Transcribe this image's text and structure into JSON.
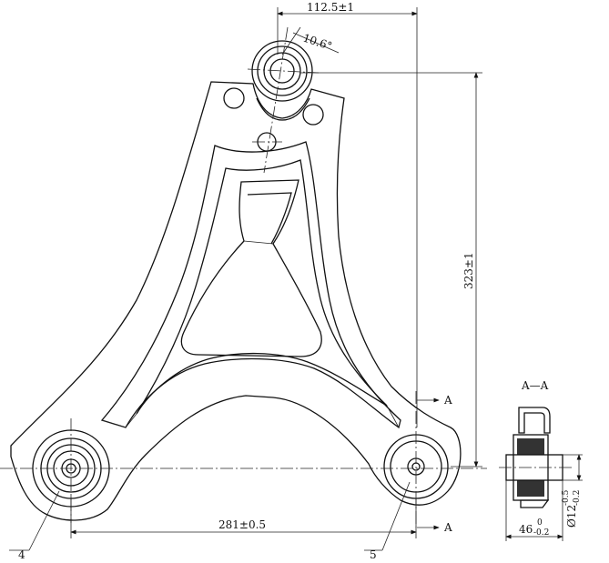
{
  "dimensions": {
    "top_offset": "112.5±1",
    "angle": "10.6°",
    "height": "323±1",
    "bottom_span": "281±0.5"
  },
  "section": {
    "title": "A—A",
    "marker_top": "A",
    "marker_bottom": "A",
    "width_main": "46",
    "width_tol_upper": "0",
    "width_tol_lower": "-0.2",
    "diameter_main": "Ø12",
    "diameter_tol_upper": "-0.5",
    "diameter_tol_lower": "-0.2"
  },
  "callouts": {
    "left": "4",
    "right": "5"
  }
}
